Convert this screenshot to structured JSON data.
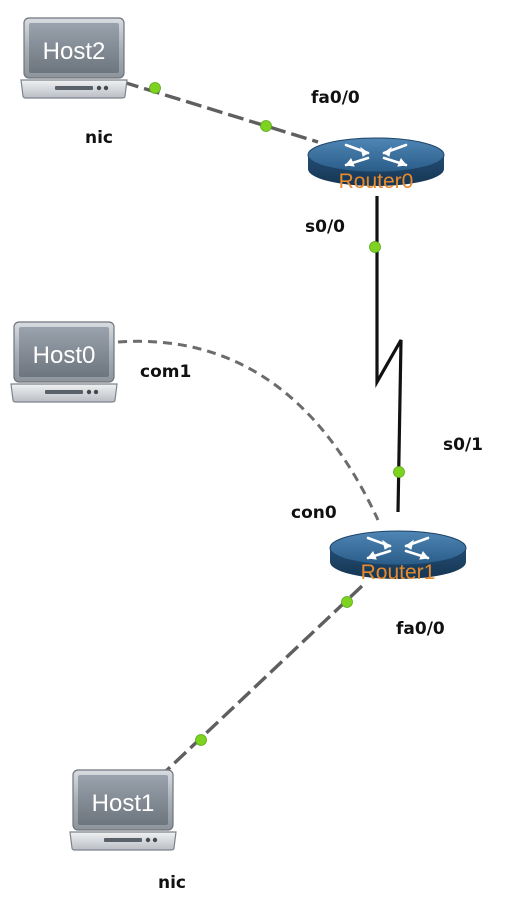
{
  "colors": {
    "link_dot": "#7ed321",
    "router_label": "#e8892b",
    "router_body": "#2b5f8a",
    "host_label": "#ffffff"
  },
  "devices": {
    "host2": {
      "name": "Host2",
      "type": "laptop",
      "icon": "laptop-icon"
    },
    "host0": {
      "name": "Host0",
      "type": "laptop",
      "icon": "laptop-icon"
    },
    "host1": {
      "name": "Host1",
      "type": "laptop",
      "icon": "laptop-icon"
    },
    "router0": {
      "name": "Router0",
      "type": "router",
      "icon": "router-icon"
    },
    "router1": {
      "name": "Router1",
      "type": "router",
      "icon": "router-icon"
    }
  },
  "links": [
    {
      "id": "host2-router0",
      "style": "ethernet-dashed",
      "from": "Host2",
      "from_port": "nic",
      "to": "Router0",
      "to_port": "fa0/0"
    },
    {
      "id": "router0-router1",
      "style": "serial",
      "from": "Router0",
      "from_port": "s0/0",
      "to": "Router1",
      "to_port": "s0/1"
    },
    {
      "id": "host0-router1",
      "style": "console",
      "from": "Host0",
      "from_port": "com1",
      "to": "Router1",
      "to_port": "con0"
    },
    {
      "id": "router1-host1",
      "style": "ethernet-dashed",
      "from": "Router1",
      "from_port": "fa0/0",
      "to": "Host1",
      "to_port": "nic"
    }
  ]
}
